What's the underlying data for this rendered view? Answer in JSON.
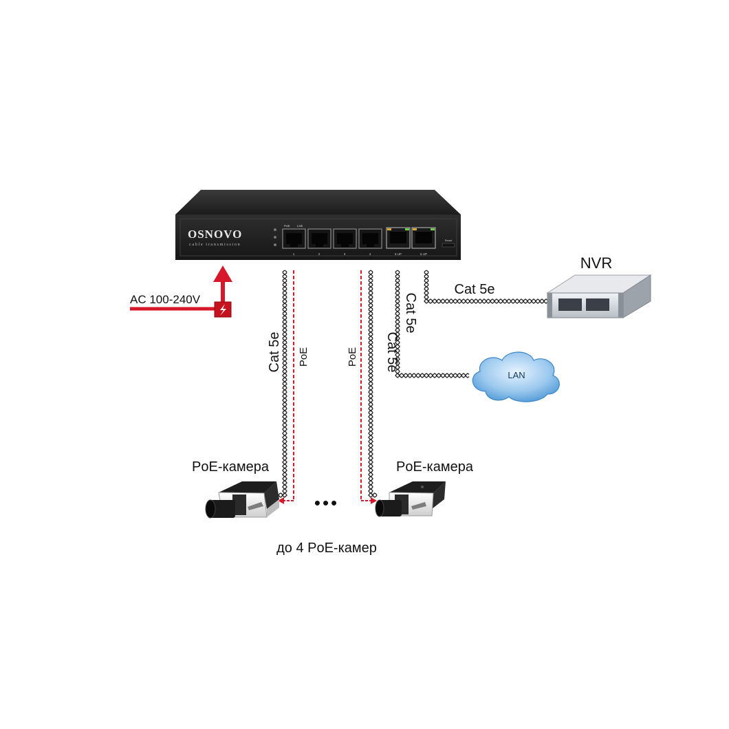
{
  "switch": {
    "brand": "OSNOVO",
    "subtitle": "cable transmission",
    "led_labels": [
      "PoE",
      "Link"
    ],
    "port_numbers": [
      "1",
      "2",
      "3",
      "4"
    ],
    "uplink_labels": [
      "5 UP",
      "6 UP"
    ],
    "reset_label": "Reset"
  },
  "power": {
    "label": "AC 100-240V"
  },
  "nvr": {
    "label": "NVR",
    "cable_label": "Cat 5e"
  },
  "lan": {
    "label": "LAN",
    "cable_label": "Cat 5e"
  },
  "camera_left": {
    "label": "PoE-камера",
    "cable_label": "Cat 5e",
    "poe_label": "PoE"
  },
  "camera_right": {
    "label": "PoE-камера",
    "cable_label": "Cat 5e",
    "poe_label": "PoE"
  },
  "ellipsis": "•••",
  "footer": {
    "label": "до 4 PoE-камер"
  },
  "colors": {
    "power": "#d7182a",
    "cable": "#2a2a2a",
    "switch_body": "#2b2b2b",
    "lan_cloud": "#4a9ad8"
  }
}
